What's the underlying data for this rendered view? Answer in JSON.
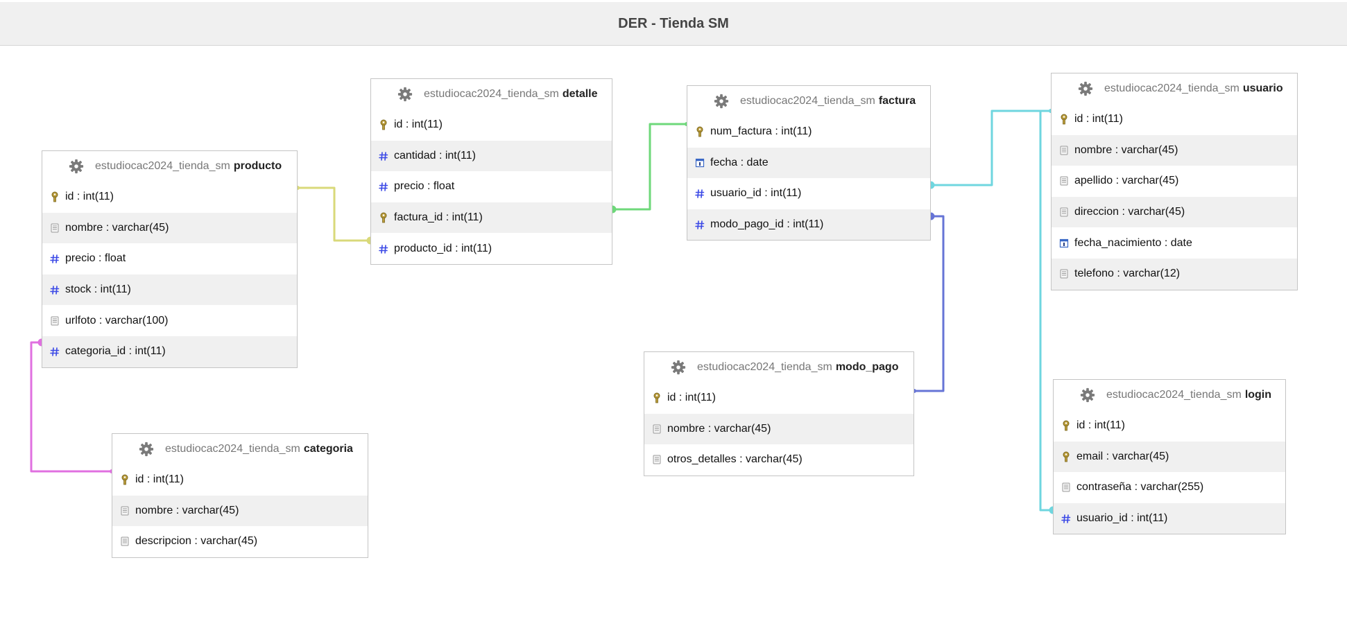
{
  "title": "DER - Tienda SM",
  "tables": [
    {
      "key": "producto",
      "schema": "estudiocac2024_tienda_sm",
      "name": "producto",
      "columns": [
        {
          "icon": "key",
          "label": "id : int(11)"
        },
        {
          "icon": "text",
          "label": "nombre : varchar(45)"
        },
        {
          "icon": "number",
          "label": "precio : float"
        },
        {
          "icon": "number",
          "label": "stock : int(11)"
        },
        {
          "icon": "text",
          "label": "urlfoto : varchar(100)"
        },
        {
          "icon": "number",
          "label": "categoria_id : int(11)"
        }
      ]
    },
    {
      "key": "detalle",
      "schema": "estudiocac2024_tienda_sm",
      "name": "detalle",
      "columns": [
        {
          "icon": "key",
          "label": "id : int(11)"
        },
        {
          "icon": "number",
          "label": "cantidad : int(11)"
        },
        {
          "icon": "number",
          "label": "precio : float"
        },
        {
          "icon": "key",
          "label": "factura_id : int(11)"
        },
        {
          "icon": "number",
          "label": "producto_id : int(11)"
        }
      ]
    },
    {
      "key": "factura",
      "schema": "estudiocac2024_tienda_sm",
      "name": "factura",
      "columns": [
        {
          "icon": "key",
          "label": "num_factura : int(11)"
        },
        {
          "icon": "date",
          "label": "fecha : date"
        },
        {
          "icon": "number",
          "label": "usuario_id : int(11)"
        },
        {
          "icon": "number",
          "label": "modo_pago_id : int(11)"
        }
      ]
    },
    {
      "key": "usuario",
      "schema": "estudiocac2024_tienda_sm",
      "name": "usuario",
      "columns": [
        {
          "icon": "key",
          "label": "id : int(11)"
        },
        {
          "icon": "text",
          "label": "nombre : varchar(45)"
        },
        {
          "icon": "text",
          "label": "apellido : varchar(45)"
        },
        {
          "icon": "text",
          "label": "direccion : varchar(45)"
        },
        {
          "icon": "date",
          "label": "fecha_nacimiento : date"
        },
        {
          "icon": "text",
          "label": "telefono : varchar(12)"
        }
      ]
    },
    {
      "key": "modo_pago",
      "schema": "estudiocac2024_tienda_sm",
      "name": "modo_pago",
      "columns": [
        {
          "icon": "key",
          "label": "id : int(11)"
        },
        {
          "icon": "text",
          "label": "nombre : varchar(45)"
        },
        {
          "icon": "text",
          "label": "otros_detalles : varchar(45)"
        }
      ]
    },
    {
      "key": "categoria",
      "schema": "estudiocac2024_tienda_sm",
      "name": "categoria",
      "columns": [
        {
          "icon": "key",
          "label": "id : int(11)"
        },
        {
          "icon": "text",
          "label": "nombre : varchar(45)"
        },
        {
          "icon": "text",
          "label": "descripcion : varchar(45)"
        }
      ]
    },
    {
      "key": "login",
      "schema": "estudiocac2024_tienda_sm",
      "name": "login",
      "columns": [
        {
          "icon": "key",
          "label": "id : int(11)"
        },
        {
          "icon": "key",
          "label": "email : varchar(45)"
        },
        {
          "icon": "text",
          "label": "contraseña : varchar(255)"
        },
        {
          "icon": "number",
          "label": "usuario_id : int(11)"
        }
      ]
    }
  ],
  "relations": [
    {
      "name": "producto-detalle",
      "from": "producto",
      "to": "detalle",
      "color": "#d9d97a"
    },
    {
      "name": "detalle-factura",
      "from": "detalle",
      "to": "factura",
      "color": "#6ed87a"
    },
    {
      "name": "factura-usuario",
      "from": "factura",
      "to": "usuario",
      "color": "#6fd6df"
    },
    {
      "name": "factura-modo-pago",
      "from": "factura",
      "to": "modo_pago",
      "color": "#6674d6"
    },
    {
      "name": "producto-categoria",
      "from": "producto",
      "to": "categoria",
      "color": "#e070e0"
    },
    {
      "name": "login-usuario",
      "from": "login",
      "to": "usuario",
      "color": "#6fd6df"
    }
  ],
  "icons": {
    "gear": "gear-icon",
    "key": "key-icon",
    "number": "number-icon",
    "text": "text-icon",
    "date": "date-icon"
  }
}
